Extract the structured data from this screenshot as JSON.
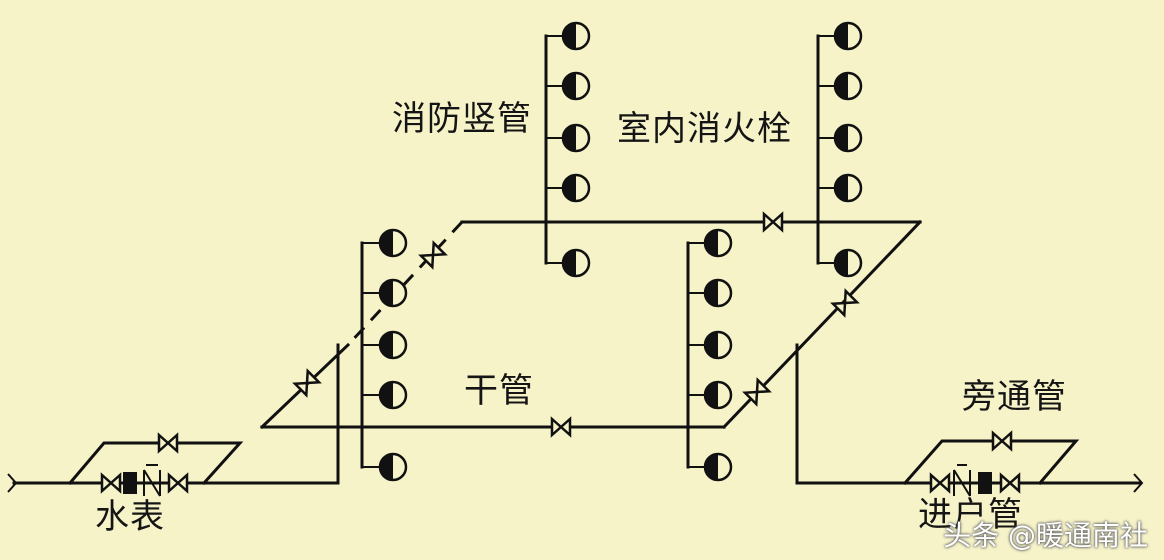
{
  "labels": {
    "riser": "消防竖管",
    "hydrant": "室内消火栓",
    "main_pipe": "干管",
    "bypass": "旁通管",
    "meter": "水表",
    "inlet": "进户管"
  },
  "watermark": "头条 @暖通南社",
  "colors": {
    "background": "#f6f3c9",
    "line": "#111111"
  },
  "icons": [
    "hydrant-icon",
    "gate-valve-icon",
    "check-valve-icon",
    "water-meter-icon",
    "break-icon"
  ]
}
